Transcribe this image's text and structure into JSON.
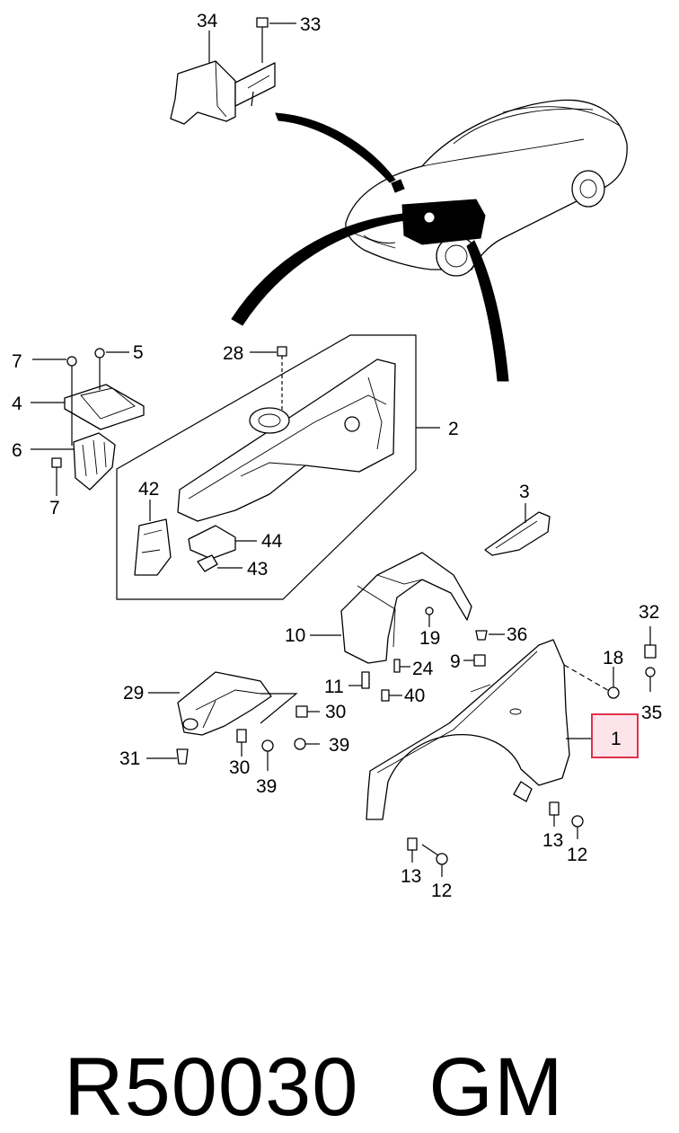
{
  "callouts": {
    "c1": "1",
    "c2": "2",
    "c3": "3",
    "c4": "4",
    "c5": "5",
    "c6": "6",
    "c7a": "7",
    "c7b": "7",
    "c9": "9",
    "c10": "10",
    "c11": "11",
    "c12a": "12",
    "c12b": "12",
    "c13a": "13",
    "c13b": "13",
    "c18": "18",
    "c19": "19",
    "c24": "24",
    "c28": "28",
    "c29": "29",
    "c30a": "30",
    "c30b": "30",
    "c31": "31",
    "c32": "32",
    "c33": "33",
    "c34": "34",
    "c35": "35",
    "c36": "36",
    "c39a": "39",
    "c39b": "39",
    "c40": "40",
    "c42": "42",
    "c43": "43",
    "c44": "44"
  },
  "highlight": {
    "callout": "1",
    "fill": "#fde4ea",
    "stroke": "#e0304a"
  },
  "footer": {
    "part_number": "R50030",
    "brand": "GM"
  }
}
